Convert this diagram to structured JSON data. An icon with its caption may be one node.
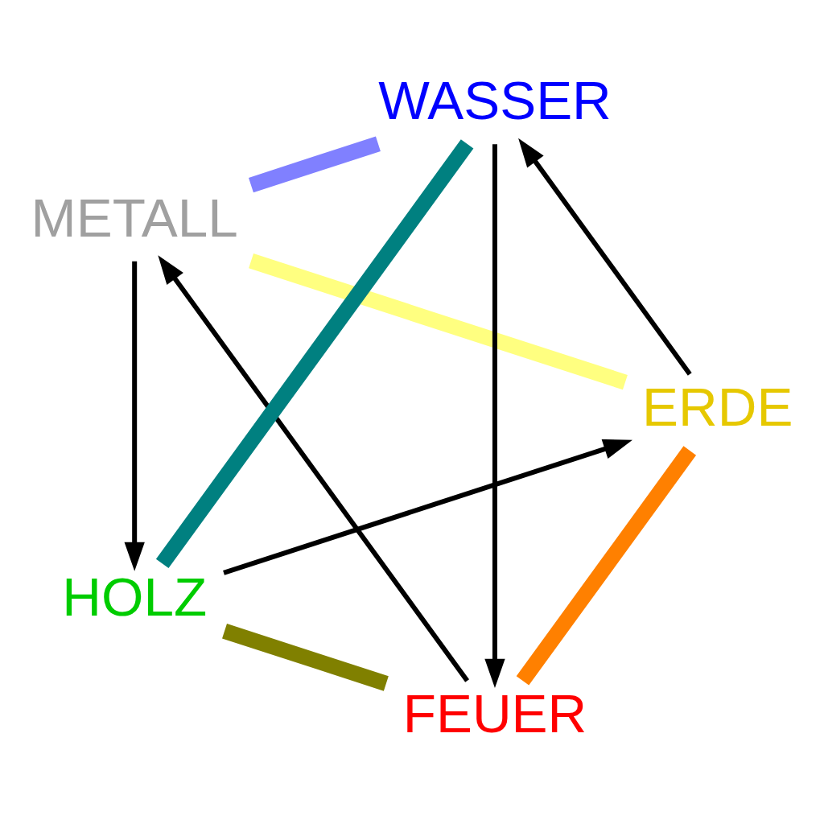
{
  "diagram": {
    "nodes": [
      {
        "text": [
          "FEUER"
        ]
      },
      {
        "text": [
          "ERDE"
        ]
      },
      {
        "text": [
          "METALL"
        ]
      },
      {
        "text": [
          "WASSER"
        ]
      },
      {
        "text": [
          "HOLZ"
        ]
      }
    ],
    "edges": [
      {
        "from": 0,
        "to": 1,
        "arrow": "none",
        "style": "thick",
        "color": "#ff8000"
      },
      {
        "from": 1,
        "to": 2,
        "arrow": "none",
        "style": "thick",
        "color": "#ffff80"
      },
      {
        "from": 2,
        "to": 3,
        "arrow": "none",
        "style": "thick",
        "color": "#8080ff"
      },
      {
        "from": 3,
        "to": 4,
        "arrow": "none",
        "style": "thick",
        "color": "#008080"
      },
      {
        "from": 4,
        "to": 0,
        "arrow": "none",
        "style": "thick",
        "color": "#808000"
      },
      {
        "from": 3,
        "to": 0,
        "arrow": "to"
      },
      {
        "from": 0,
        "to": 2,
        "arrow": "to"
      },
      {
        "from": 4,
        "to": 1,
        "arrow": "to"
      },
      {
        "from": 2,
        "to": 4,
        "arrow": "to"
      },
      {
        "from": 1,
        "to": 3,
        "arrow": "to"
      }
    ]
  }
}
